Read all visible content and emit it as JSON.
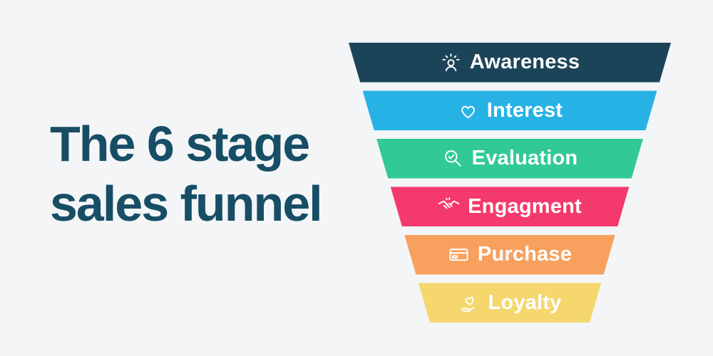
{
  "background_color": "#f3f5f7",
  "title": {
    "line1": "The 6 stage",
    "line2": "sales funnel",
    "color": "#174e66"
  },
  "funnel": {
    "stages": [
      {
        "label": "Awareness",
        "icon": "person-rays-icon",
        "color": "#1c4458",
        "text_color": "#ffffff"
      },
      {
        "label": "Interest",
        "icon": "heart-icon",
        "color": "#27b2e5",
        "text_color": "#ffffff"
      },
      {
        "label": "Evaluation",
        "icon": "magnifier-check-icon",
        "color": "#31ca94",
        "text_color": "#ffffff"
      },
      {
        "label": "Engagment",
        "icon": "handshake-icon",
        "color": "#f43a6d",
        "text_color": "#ffffff"
      },
      {
        "label": "Purchase",
        "icon": "credit-card-icon",
        "color": "#f8a05e",
        "text_color": "#ffffff"
      },
      {
        "label": "Loyalty",
        "icon": "heart-hand-icon",
        "color": "#f5d76e",
        "text_color": "#ffffff"
      }
    ]
  }
}
